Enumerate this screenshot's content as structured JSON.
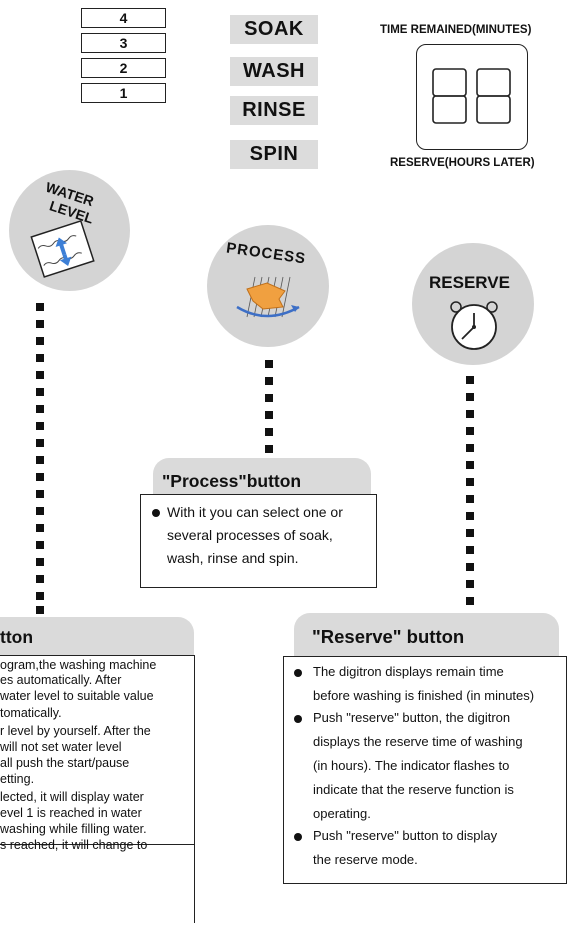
{
  "water_levels": [
    "4",
    "3",
    "2",
    "1"
  ],
  "phases": [
    "SOAK",
    "WASH",
    "RINSE",
    "SPIN"
  ],
  "display": {
    "top_label": "TIME REMAINED(MINUTES)",
    "bottom_label": "RESERVE(HOURS LATER)",
    "digits": "88"
  },
  "buttons": {
    "water_level": [
      "WATER",
      "LEVEL"
    ],
    "process": "PROCESS",
    "reserve": "RESERVE"
  },
  "process_panel": {
    "title": "\"Process\"button",
    "lines": [
      "With it you can select one or",
      "several processes of soak,",
      "wash, rinse and spin."
    ]
  },
  "water_panel": {
    "title": "tton",
    "lines": [
      "ogram,the washing machine",
      "es automatically. After",
      "water level to suitable value",
      "tomatically.",
      "r level by yourself. After the",
      "will not set water level",
      "all  push the  start/pause",
      "etting.",
      "lected, it will display water",
      "evel  1  is reached in water",
      "washing while filling water.",
      "s reached, it will  change to"
    ]
  },
  "reserve_panel": {
    "title": "\"Reserve\" button",
    "lines": [
      "The digitron displays remain time",
      "before washing is finished (in minutes)",
      "Push \"reserve\" button, the digitron",
      "displays the reserve time of washing",
      "(in hours). The indicator flashes to",
      "indicate that the reserve function is",
      "operating.",
      "Push \"reserve\" button to display",
      "the reserve mode."
    ]
  }
}
